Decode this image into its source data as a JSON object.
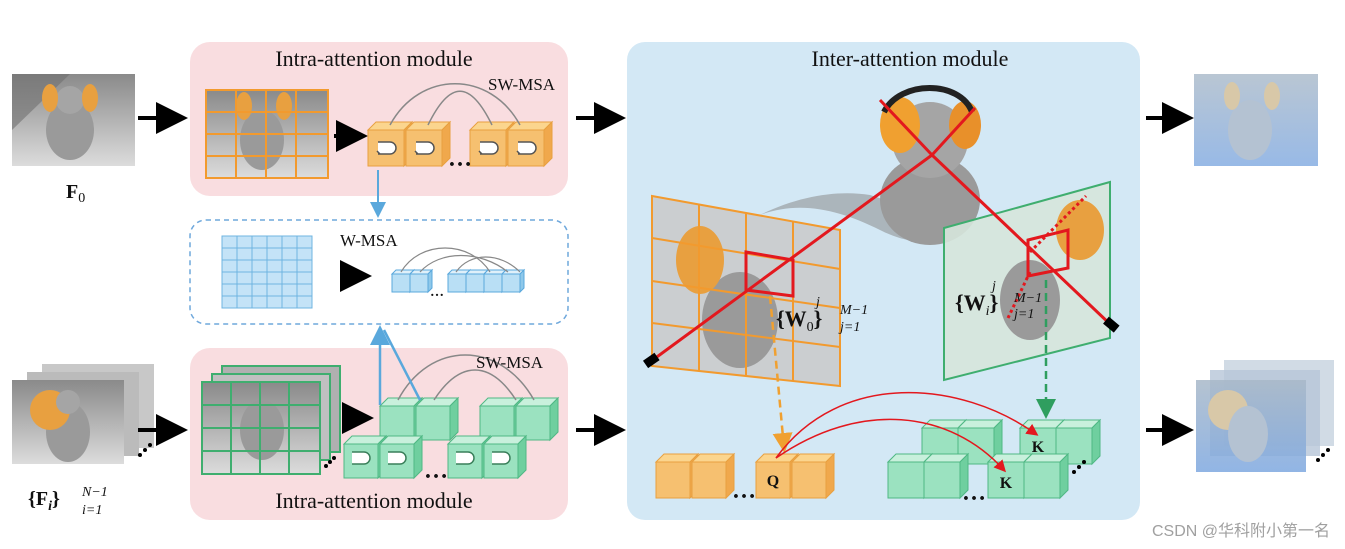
{
  "labels": {
    "intra_top_title": "Intra-attention module",
    "intra_bottom_title": "Intra-attention module",
    "inter_title": "Inter-attention module",
    "sw_msa_top": "SW-MSA",
    "sw_msa_bottom": "SW-MSA",
    "w_msa": "W-MSA",
    "f0": "F",
    "f0_sub": "0",
    "fi": "{F",
    "fi_sub": "i",
    "fi_close": "}",
    "fi_sup": "N−1",
    "fi_lower": "i=1",
    "w0": "{W",
    "w0_sub": "0",
    "w0_sup": "j",
    "w0_close": "}",
    "w0_upper": "M−1",
    "w0_lower": "j=1",
    "wi": "{W",
    "wi_sub": "i",
    "wi_sup": "j",
    "wi_close": "}",
    "wi_upper": "M−1",
    "wi_lower": "j=1",
    "q": "Q",
    "k1": "K",
    "k2": "K",
    "ellipsis": "…",
    "watermark": "CSDN @华科附小第一名"
  },
  "colors": {
    "pink_panel": "#f9dde0",
    "blue_panel": "#d3e8f5",
    "orange": "#f6c070",
    "green": "#9be2c0",
    "light_blue": "#b9dff5",
    "red": "#e3181e"
  }
}
